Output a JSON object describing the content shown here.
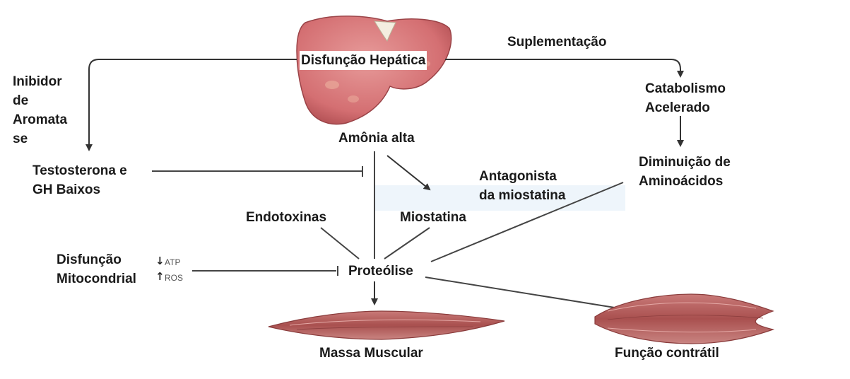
{
  "nodes": {
    "liver_dysfunction": "Disfunção Hepática",
    "supplementation": "Suplementação",
    "aromatase_inhibitor": [
      "Inibidor",
      "de",
      "Aromata",
      "se"
    ],
    "accelerated_catabolism": [
      "Catabolismo",
      "Acelerado"
    ],
    "high_ammonia": "Amônia alta",
    "low_hormones": [
      "Testosterona e",
      "GH Baixos"
    ],
    "amino_acid_decrease": [
      "Diminuição de",
      "Aminoácidos"
    ],
    "myostatin_antagonist": [
      "Antagonista",
      "da miostatina"
    ],
    "endotoxins": "Endotoxinas",
    "myostatin": "Miostatina",
    "mito_dysfunction": [
      "Disfunção",
      "Mitocondrial"
    ],
    "atp": "ATP",
    "ros": "ROS",
    "proteolysis": "Proteólise",
    "muscle_mass": "Massa Muscular",
    "contractile_function": "Função contrátil"
  },
  "colors": {
    "muscle": "#b35a5a",
    "muscle_light": "#d99090",
    "liver": "#d9777a",
    "liver_dark": "#a94a4d",
    "line": "#3a3a3a"
  }
}
